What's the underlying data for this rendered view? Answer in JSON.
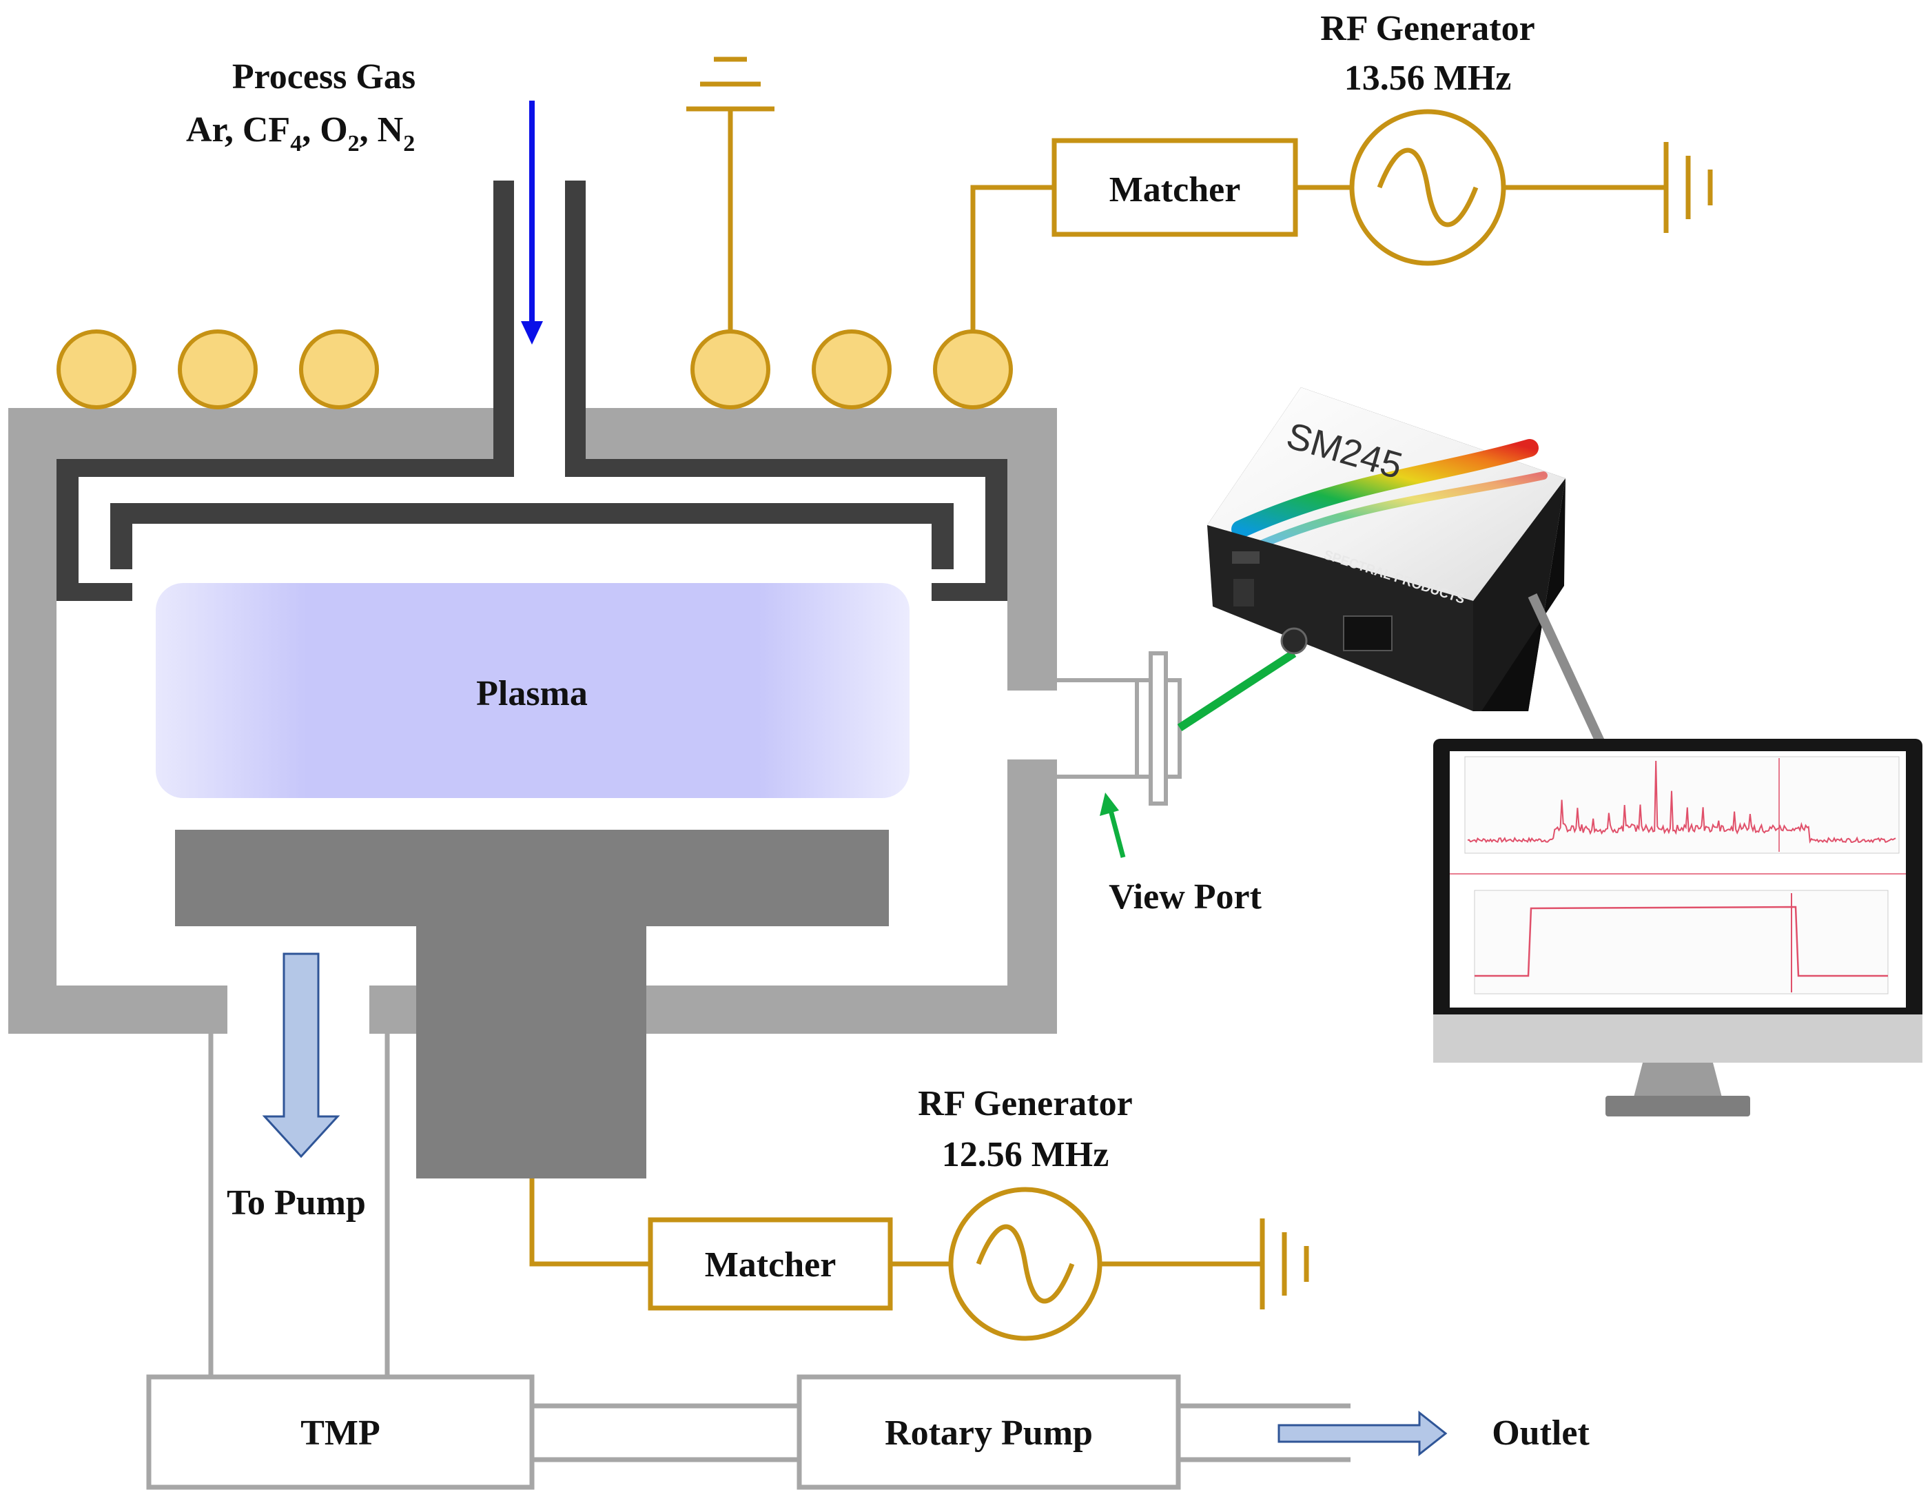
{
  "process_gas": {
    "title": "Process Gas",
    "species": [
      {
        "base": "Ar",
        "sub": ""
      },
      {
        "base": "CF",
        "sub": "4"
      },
      {
        "base": "O",
        "sub": "2"
      },
      {
        "base": "N",
        "sub": "2"
      }
    ]
  },
  "rf_top": {
    "title": "RF Generator",
    "freq": "13.56 MHz",
    "matcher": "Matcher"
  },
  "rf_bottom": {
    "title": "RF Generator",
    "freq": "12.56 MHz",
    "matcher": "Matcher"
  },
  "chamber": {
    "plasma": "Plasma",
    "view_port": "View Port",
    "to_pump": "To Pump"
  },
  "pumps": {
    "tmp": "TMP",
    "rotary": "Rotary Pump",
    "outlet": "Outlet"
  },
  "spectrometer": {
    "model": "SM245",
    "brand": "SPECTRAL PRODUCTS"
  },
  "colors": {
    "coil": "#C69214",
    "coil_fill": "#F8D77E",
    "wall": "#A6A6A6",
    "liner": "#3F3F3F",
    "chuck": "#7F7F7F",
    "plasma": "#C7C7FA",
    "gas_arrow": "#0A10E8",
    "fiber": "#0FAF3F",
    "pump_arrow": "#B4C7E7"
  }
}
